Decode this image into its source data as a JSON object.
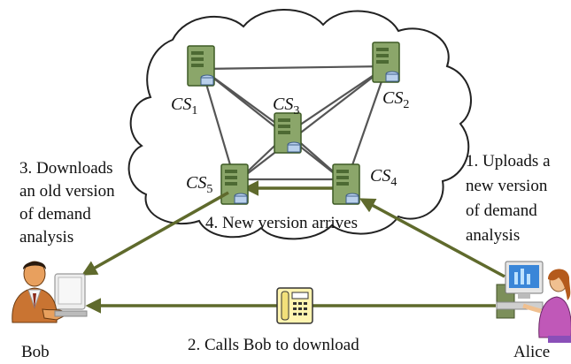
{
  "colors": {
    "arrow": "#5f6a2c",
    "network_link": "#555555",
    "cloud_stroke": "#222222",
    "server_body": "#8ba66a",
    "server_dark": "#4d6a33"
  },
  "servers": [
    {
      "id": "cs1",
      "base": "CS",
      "sub": "1"
    },
    {
      "id": "cs2",
      "base": "CS",
      "sub": "2"
    },
    {
      "id": "cs3",
      "base": "CS",
      "sub": "3"
    },
    {
      "id": "cs4",
      "base": "CS",
      "sub": "4"
    },
    {
      "id": "cs5",
      "base": "CS",
      "sub": "5"
    }
  ],
  "steps": {
    "step1": [
      "1. Uploads a",
      "new version",
      "of demand",
      "analysis"
    ],
    "step2": "2. Calls Bob to download",
    "step3": [
      "3. Downloads",
      "an old version",
      "of demand",
      "analysis"
    ],
    "step4": "4. New version arrives"
  },
  "people": {
    "bob": "Bob",
    "alice": "Alice"
  },
  "icons": {
    "server": "server-icon",
    "phone": "telephone-icon",
    "bob": "man-at-computer-icon",
    "alice": "woman-at-computer-icon"
  }
}
